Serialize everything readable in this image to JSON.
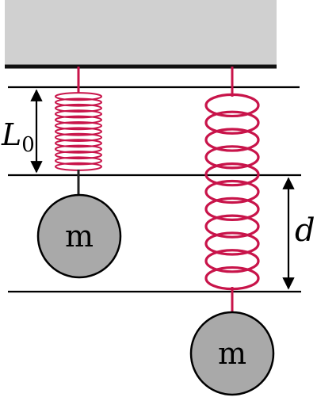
{
  "labels": {
    "natural_length_symbol": "L",
    "natural_length_subscript": "0",
    "extension_symbol": "d",
    "left_mass": "m",
    "right_mass": "m"
  },
  "colors": {
    "ceiling_fill": "#d0d0d0",
    "ceiling_edge": "#111111",
    "spring": "#c8144a",
    "mass_fill": "#a9a9a9",
    "mass_stroke": "#000000",
    "line": "#000000"
  }
}
